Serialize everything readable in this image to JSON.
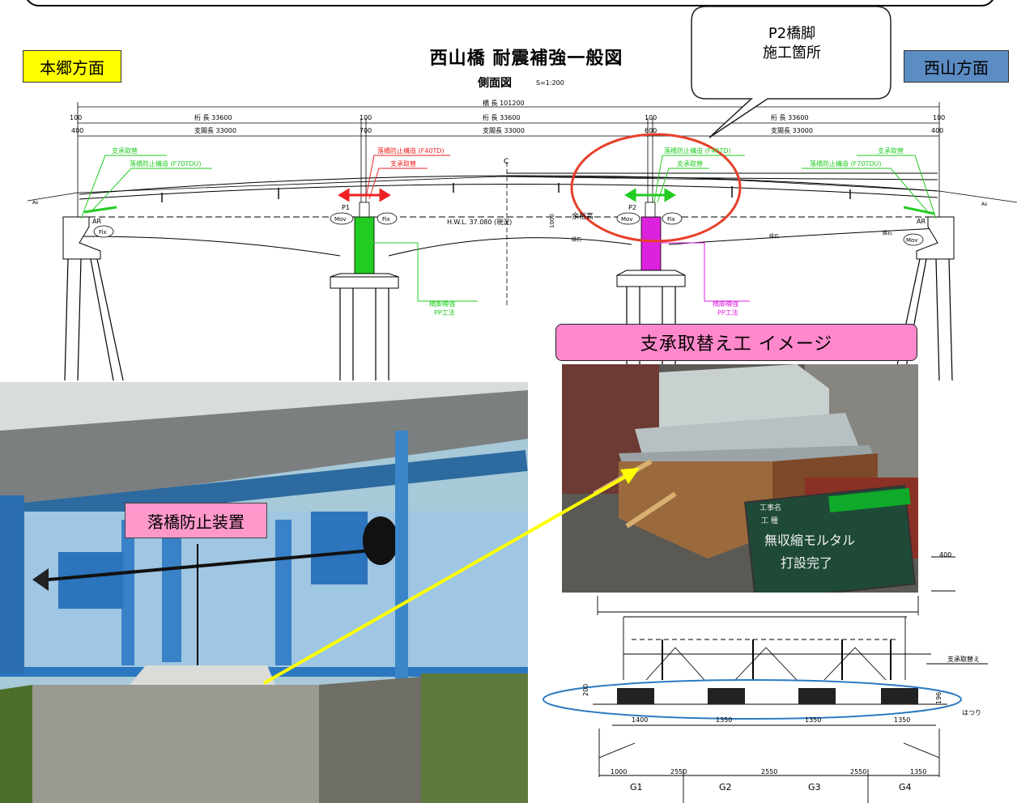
{
  "header": {
    "dir_left": "本郷方面",
    "dir_right": "西山方面",
    "title": "西山橋 耐震補強一般図",
    "side_view": "側面図",
    "side_scale": "S=1:200",
    "callout_line1": "P2橋脚",
    "callout_line2": "施工箇所"
  },
  "dims": {
    "bridge_length": "橋 長 101200",
    "girder_len_l": "桁 長 33600",
    "girder_len_c": "桁 長 33600",
    "girder_len_r": "桁 長 33600",
    "span_l": "支間長 33000",
    "span_c": "支間長 33000",
    "span_r": "支間長 33000",
    "d100": "100",
    "d400": "400",
    "d700": "700",
    "d600": "600",
    "hwl": "H.W.L. 37.080 (現況)",
    "freeboard": "余裕高",
    "d1000": "1000"
  },
  "annotations": {
    "bearing_replace": "支承取替",
    "fall_prev_f70": "落橋防止構造 (F70TDU)",
    "fall_prev_f40": "落橋防止構造 (F40TD)",
    "pier_reinf": "橋脚補強",
    "pp_method": "PP工法",
    "p1": "P1",
    "p2": "P2",
    "ar": "AR",
    "mov": "Mov",
    "fix": "Fix",
    "as": "As",
    "enseki": "縁石",
    "cl": "C"
  },
  "photo_left": {
    "label": "落橋防止装置"
  },
  "photo_right": {
    "title": "支承取替え工 イメージ",
    "board_line1": "工事名",
    "board_line2": "工 種",
    "board_line3": "無収縮モルタル",
    "board_line4": "打設完了"
  },
  "section": {
    "bearing_replace": "支承取替え",
    "hatsuri": "はつり",
    "d200": "200",
    "d196": "196",
    "d1400": "1400",
    "d1350a": "1350",
    "d1350b": "1350",
    "d1350c": "1350",
    "d1000": "1000",
    "d2550a": "2550",
    "d2550b": "2550",
    "d2550c": "2550",
    "d1350d": "1350",
    "d400": "400",
    "g1": "G1",
    "g2": "G2",
    "g3": "G3",
    "g4": "G4"
  },
  "colors": {
    "green": "#22cc22",
    "red": "#ee2222",
    "magenta": "#dd22dd",
    "callout_circle": "#e8402a",
    "section_ellipse": "#2a7ac0",
    "arrow_yellow": "#ffff00"
  }
}
